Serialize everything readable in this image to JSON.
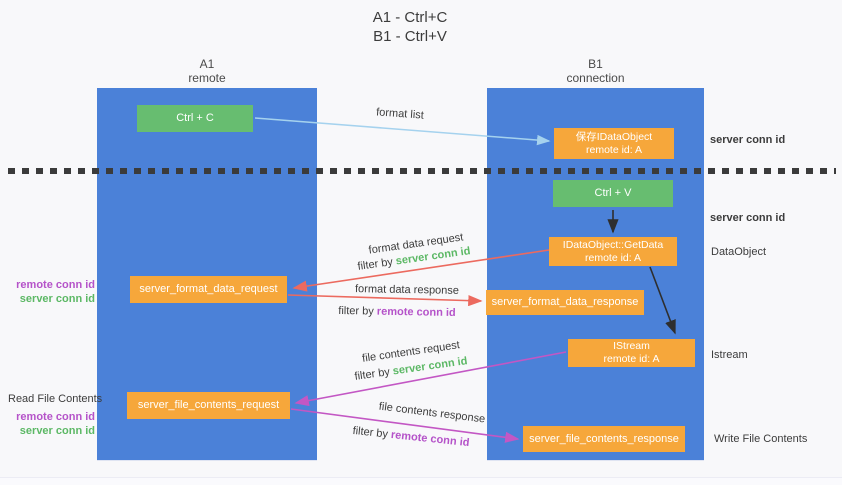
{
  "title": {
    "line1": "A1 - Ctrl+C",
    "line2": "B1 - Ctrl+V"
  },
  "columns": {
    "left": {
      "title": "A1",
      "subtitle": "remote"
    },
    "right": {
      "title": "B1",
      "subtitle": "connection"
    }
  },
  "nodes": {
    "ctrl_c": {
      "label": "Ctrl + C"
    },
    "save_dataobject": {
      "line1": "保存IDataObject",
      "line2": "remote id: A"
    },
    "ctrl_v": {
      "label": "Ctrl + V"
    },
    "getdata": {
      "line1": "IDataObject::GetData",
      "line2": "remote id: A"
    },
    "format_request": {
      "label": "server_format_data_request"
    },
    "format_response": {
      "label": "server_format_data_response"
    },
    "istream": {
      "line1": "IStream",
      "line2": "remote id: A"
    },
    "file_request": {
      "label": "server_file_contents_request"
    },
    "file_response": {
      "label": "server_file_contents_response"
    }
  },
  "edge_labels": {
    "format_list": "format list",
    "format_data_request": "format data request",
    "format_data_response": "format data response",
    "file_contents_request": "file contents request",
    "file_contents_response": "file contents response",
    "filter_by": "filter by",
    "server_conn_id": "server conn id",
    "remote_conn_id": "remote conn id"
  },
  "side_labels": {
    "left": {
      "remote_conn_id": "remote conn id",
      "server_conn_id": "server conn id",
      "read_file_contents": "Read File Contents"
    },
    "right": {
      "server_conn_id_top": "server conn id",
      "server_conn_id_mid": "server conn id",
      "dataobject": "DataObject",
      "istream": "Istream",
      "write_file_contents": "Write File Contents"
    }
  },
  "colors": {
    "bg": "#f8f8fa",
    "column_blue": "#4b81d8",
    "box_orange": "#f6a73b",
    "box_green": "#67bd70",
    "arrow_lightblue": "#a5d2ee",
    "arrow_red": "#ec6a5f",
    "arrow_magenta": "#c357c4",
    "arrow_black": "#2e2e2e",
    "text_green": "#5cb865",
    "text_purple": "#b553c9",
    "text_dark": "#3c3c3c",
    "dotted_line": "#3b3b3b"
  }
}
